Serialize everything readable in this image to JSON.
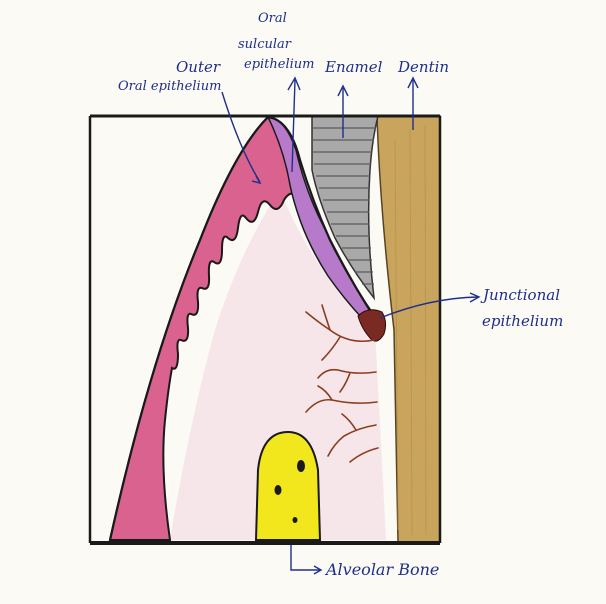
{
  "labels": {
    "outer_oral_epithelium_1": "Outer",
    "outer_oral_epithelium_2": "Oral epithelium",
    "oral_sulcular_epithelium_1": "Oral",
    "oral_sulcular_epithelium_2": "sulcular",
    "oral_sulcular_epithelium_3": "epithelium",
    "enamel": "Enamel",
    "dentin": "Dentin",
    "junctional_epithelium_1": "Junctional",
    "junctional_epithelium_2": "epithelium",
    "alveolar_bone": "Alveolar Bone"
  },
  "colors": {
    "outer_epithelium": "#d9628f",
    "sulcular_epithelium": "#b779c9",
    "connective_tissue": "#f6e6ea",
    "enamel": "#a9a9a9",
    "dentin": "#c9a45c",
    "junctional": "#7a2a22",
    "vessels": "#8a3d1f",
    "alveolar_bone": "#f2e61c",
    "ink": "#1f2f8a",
    "outline": "#1a1a1a"
  }
}
